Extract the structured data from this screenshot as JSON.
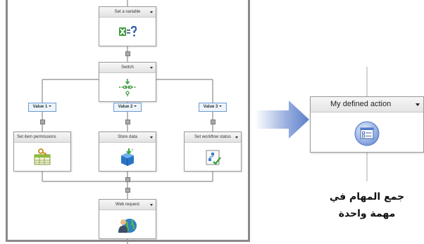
{
  "workflow": {
    "set_variable": {
      "label": "Set a variable",
      "icon": "variable-icon"
    },
    "switch": {
      "label": "Switch",
      "icon": "switch-icon"
    },
    "branches": [
      {
        "tag": "Value 1",
        "action": "Set item permissions",
        "icon": "permissions-icon"
      },
      {
        "tag": "Value 2",
        "action": "Store data",
        "icon": "store-data-icon"
      },
      {
        "tag": "Value 3",
        "action": "Set workflow status",
        "icon": "workflow-status-icon"
      }
    ],
    "web_request": {
      "label": "Web request",
      "icon": "web-request-icon"
    }
  },
  "result": {
    "action_label": "My defined action",
    "icon": "defined-action-icon",
    "caption_line1": "جمع المهام في",
    "caption_line2": "مهمة واحدة"
  },
  "colors": {
    "arrow": "#6b86c9",
    "accent_border": "#6a9bd1",
    "frame": "#8a8a8a"
  }
}
